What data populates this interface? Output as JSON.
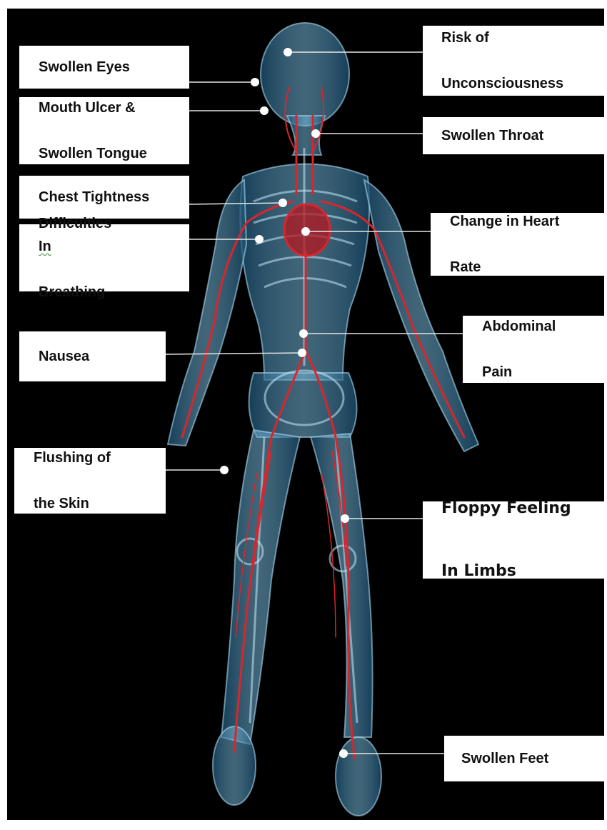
{
  "labels": {
    "swollen_eyes": "Swollen Eyes",
    "mouth_ulcer_line1": "Mouth Ulcer &",
    "mouth_ulcer_line2": "Swollen Tongue",
    "chest_tightness": "Chest Tightness",
    "difficulties_line1_a": "Difficulties ",
    "difficulties_line1_b": "In",
    "difficulties_line2": "Breathing",
    "nausea": "Nausea",
    "flushing_line1": "Flushing of",
    "flushing_line2": "the Skin",
    "risk_line1": "Risk of",
    "risk_line2": "Unconsciousness",
    "swollen_throat": "Swollen Throat",
    "heart_line1": "Change in Heart",
    "heart_line2": "Rate",
    "abdominal_line1": "Abdominal",
    "abdominal_line2": "Pain",
    "floppy_line1": "Floppy Feeling",
    "floppy_line2": "In Limbs",
    "swollen_feet": "Swollen Feet"
  },
  "colors": {
    "background": "#000000",
    "label_box": "#ffffff",
    "label_text": "#111111",
    "leader_line": "#e6e6e6",
    "skeleton": "#9fd0ea",
    "vessels": "#d8262c"
  }
}
